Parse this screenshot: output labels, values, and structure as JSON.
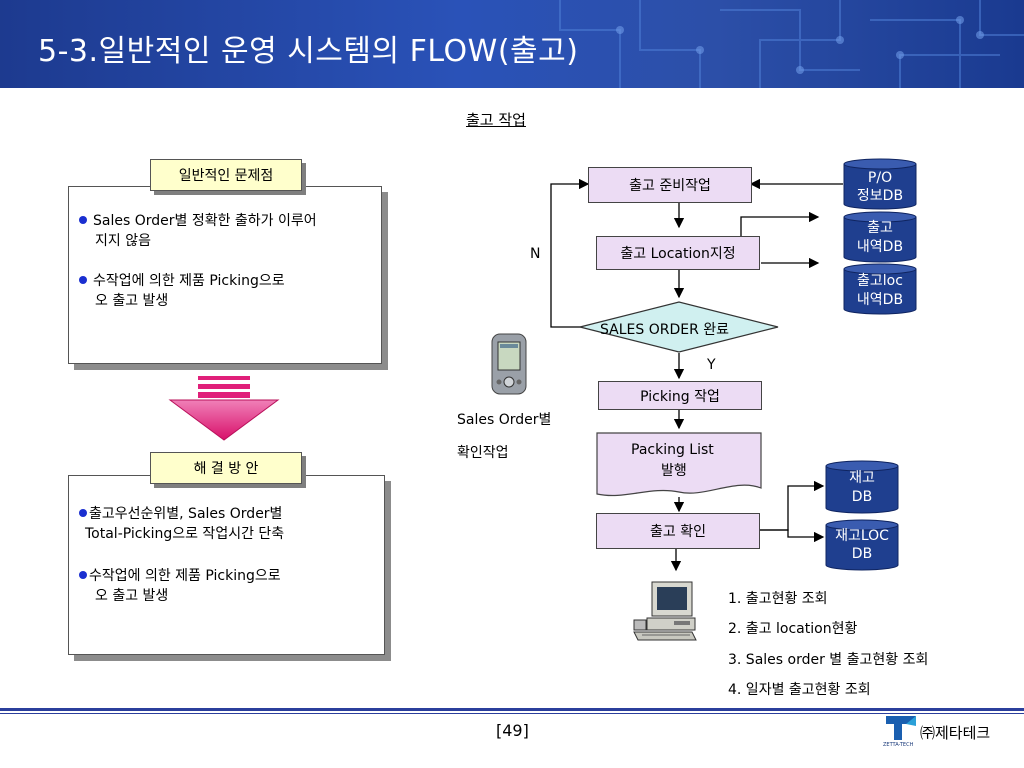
{
  "header": {
    "title": "5-3.일반적인 운영 시스템의 FLOW(출고)"
  },
  "section_title": "출고 작업",
  "problem_panel": {
    "tab_label": "일반적인 문제점",
    "items": [
      {
        "line1": "Sales Order별 정확한 출하가 이루어",
        "line2": "지지  않음"
      },
      {
        "line1": "수작업에 의한 제품 Picking으로",
        "line2": "오 출고 발생"
      }
    ]
  },
  "solution_panel": {
    "tab_label": "해 결 방 안",
    "items": [
      {
        "line1": "출고우선순위별, Sales Order별",
        "line2": "Total-Picking으로 작업시간 단축"
      },
      {
        "line1": "수작업에 의한 제품 Picking으로",
        "line2": "오 출고 발생"
      }
    ]
  },
  "flow": {
    "prepare": "출고 준비작업",
    "location": "출고 Location지정",
    "decision": "SALES ORDER 완료",
    "picking": "Picking 작업",
    "packing_line1": "Packing List",
    "packing_line2": "발행",
    "confirm": "출고 확인",
    "label_n": "N",
    "label_y": "Y"
  },
  "databases": [
    {
      "line1": "P/O",
      "line2": "정보DB"
    },
    {
      "line1": "출고",
      "line2": "내역DB"
    },
    {
      "line1": "출고loc",
      "line2": "내역DB"
    },
    {
      "line1": "재고",
      "line2": "DB"
    },
    {
      "line1": "재고LOC",
      "line2": "DB"
    }
  ],
  "pda_caption": {
    "line1": "Sales Order별",
    "line2": "확인작업"
  },
  "reports": [
    "1. 출고현황 조회",
    "2. 출고 location현황",
    "3. Sales order 별 출고현황 조회",
    "4. 일자별 출고현황 조회"
  ],
  "footer": {
    "page": "[49]",
    "company": "㈜제타테크",
    "logo_text": "ZETTA-TECH"
  },
  "colors": {
    "header_blue": "#2a52b8",
    "flow_box": "#ecdcf4",
    "db_blue": "#1f3f8f",
    "tab_yellow": "#ffffcc",
    "arrow_magenta": "#e0207a"
  },
  "icons": [
    "pda-icon",
    "computer-icon",
    "down-arrow-icon",
    "company-logo-icon"
  ]
}
